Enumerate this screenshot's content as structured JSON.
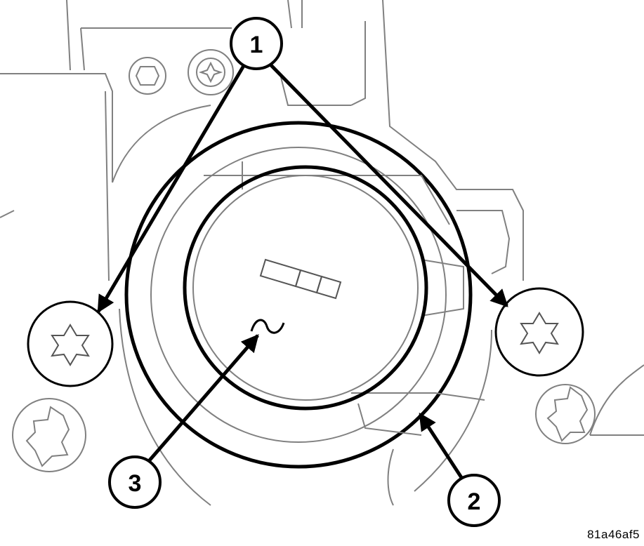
{
  "callouts": {
    "c1": {
      "label": "1"
    },
    "c2": {
      "label": "2"
    },
    "c3": {
      "label": "3"
    }
  },
  "figure_id": "81a46af5",
  "colors": {
    "line": "#000000",
    "background": "#ffffff",
    "body_line": "#808080"
  }
}
